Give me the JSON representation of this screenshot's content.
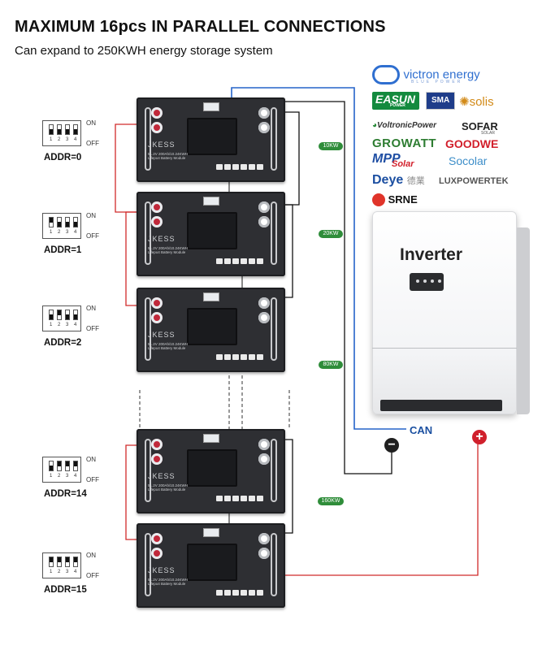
{
  "header": {
    "title": "MAXIMUM 16pcs IN PARALLEL CONNECTIONS",
    "subtitle": "Can expand to 250KWH energy storage system"
  },
  "battery": {
    "brand": "JKESS",
    "model_text": "51.2V 200Ah/10.24KWH Lifepo4 Battery Module"
  },
  "modules": [
    {
      "addr": "ADDR=0",
      "switches": [
        "off",
        "off",
        "off",
        "off"
      ]
    },
    {
      "addr": "ADDR=1",
      "switches": [
        "on",
        "off",
        "off",
        "off"
      ]
    },
    {
      "addr": "ADDR=2",
      "switches": [
        "off",
        "on",
        "off",
        "off"
      ]
    },
    {
      "addr": "ADDR=14",
      "switches": [
        "off",
        "on",
        "on",
        "on"
      ]
    },
    {
      "addr": "ADDR=15",
      "switches": [
        "on",
        "on",
        "on",
        "on"
      ]
    }
  ],
  "dip": {
    "on_label": "ON",
    "off_label": "OFF",
    "numbers": [
      "1",
      "2",
      "3",
      "4"
    ]
  },
  "capacity_tags": [
    "10KW",
    "20KW",
    "80KW",
    "160KW"
  ],
  "brands": {
    "victron": "victron energy",
    "victron_tag": "BLUE POWER",
    "easun": "EASUN",
    "easun_tag": "POWER",
    "sma": "SMA",
    "solis": "solis",
    "voltronic": "VoltronicPower",
    "sofar": "SOFAR",
    "sofar_tag": "SOLAR",
    "growatt": "GROWATT",
    "goodwe": "GOODWE",
    "mpp": "MPP",
    "mpp_tag": "Solar",
    "socolar": "Socolar",
    "deye": "Deye",
    "deye_cn": "德業",
    "luxpower": "LUXPOWERTEK",
    "srne": "SRNE"
  },
  "inverter": {
    "label": "Inverter"
  },
  "connections": {
    "can_label": "CAN",
    "negative": "−",
    "positive": "+"
  },
  "colors": {
    "positive_wire": "#d12a2a",
    "negative_wire": "#111111",
    "can_wire": "#2563c9",
    "tag_green": "#2f8d3a"
  }
}
